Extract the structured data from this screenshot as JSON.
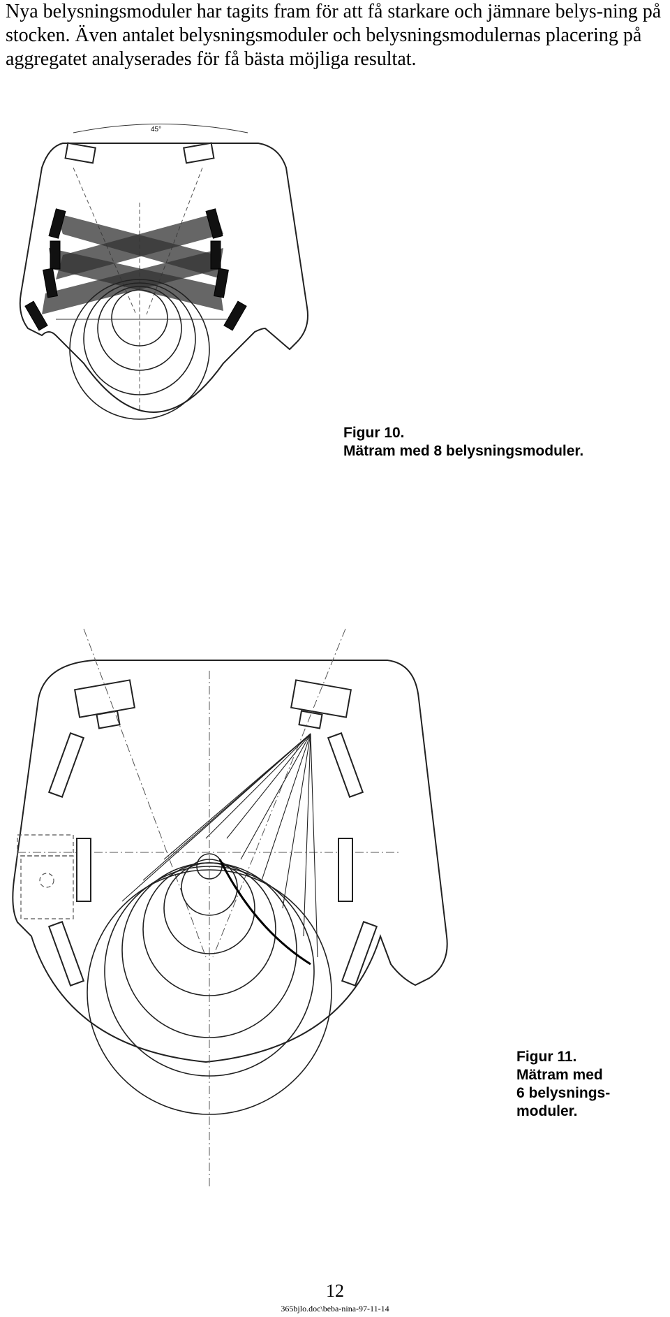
{
  "intro_text": "Nya belysningsmoduler har tagits fram för att få starkare och jämnare belys-ning på stocken. Även antalet belysningsmoduler och belysningsmodulernas placering på aggregatet analyserades för få bästa möjliga resultat.",
  "figures": [
    {
      "caption_number": "Figur 10.",
      "caption_text": "Mätram med 8 belysningsmoduler.",
      "angle_label": "45°"
    },
    {
      "caption_number": "Figur 11.",
      "caption_lines": [
        "Mätram med",
        "6 belysnings-",
        "moduler."
      ]
    }
  ],
  "page_number": "12",
  "footer_id": "365bjlo.doc\\beba-nina-97-11-14"
}
